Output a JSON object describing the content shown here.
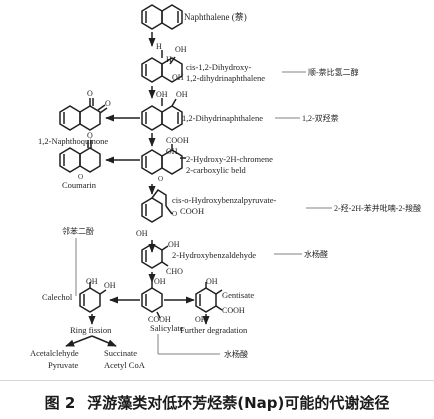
{
  "compounds": {
    "naphthalene": "Naphthalene (萘)",
    "dihydroxy_line1": "cis-1,2-Dihydroxy-",
    "dihydroxy_line2": "1,2-dihydrinaphthalene",
    "dihydrin": "1,2-Dihydrinaphthalene",
    "naphthoquinone": "1,2-Naphthoquinone",
    "coumarin": "Coumarin",
    "chromene_line1": "2-Hydroxy-2H-chromene",
    "chromene_line2": "2-carboxylic beld",
    "pyruvate_line1": "cis-o-Hydroxybenzalpyruvate-",
    "pyruvate_line2": "COOH",
    "hydroxybenzaldehyde": "2-Hydroxybenzaldehyde",
    "catechol": "Calechol",
    "salicylate": "Salicylate",
    "gentisate": "Gentisate",
    "ring_fission": "Ring fission",
    "further_degradation": "Further degradation",
    "acetaldehyde": "Acetalclehyde",
    "succinate": "Succinate",
    "pyruvate": "Pyruvate",
    "acetyl_coa": "Acetyl CoA"
  },
  "chinese_labels": {
    "cis_dihydro": "顺-萘比氢二醇",
    "dihydroxy_naph": "1,2-双羟萘",
    "chromene_acid": "2-羟-2H-苯并吡喃-2-羧酸",
    "salicylaldehyde": "水杨醛",
    "catechol": "邻苯二酚",
    "salicylic_acid": "水杨酸"
  },
  "groups": {
    "oh": "OH",
    "h": "H",
    "o": "O",
    "cooh": "COOH",
    "cho": "CHO"
  },
  "caption": {
    "number": "图 2",
    "text": "浮游藻类对低环芳烃萘(Nap)可能的代谢途径"
  }
}
